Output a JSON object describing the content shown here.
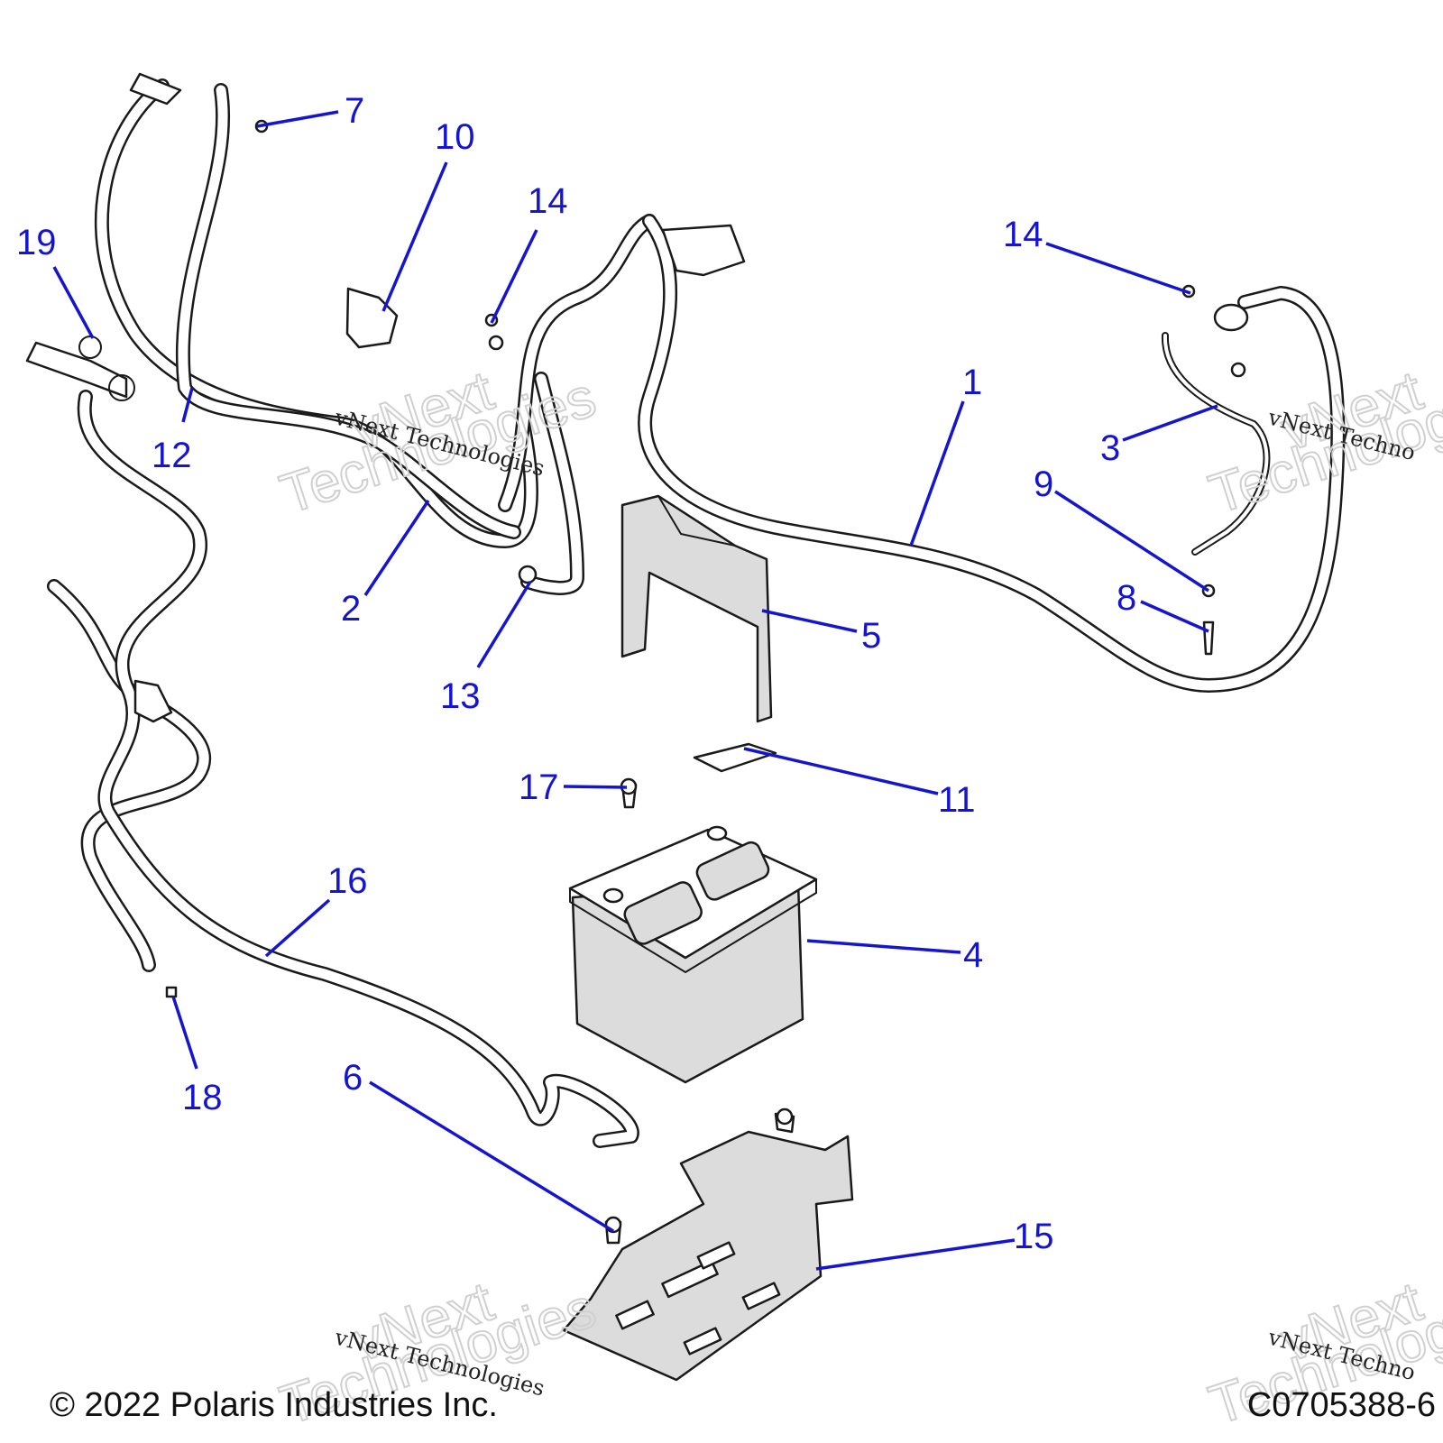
{
  "callouts": [
    {
      "id": "1",
      "label": "1"
    },
    {
      "id": "2",
      "label": "2"
    },
    {
      "id": "3",
      "label": "3"
    },
    {
      "id": "4",
      "label": "4"
    },
    {
      "id": "5",
      "label": "5"
    },
    {
      "id": "6",
      "label": "6"
    },
    {
      "id": "7",
      "label": "7"
    },
    {
      "id": "8",
      "label": "8"
    },
    {
      "id": "9",
      "label": "9"
    },
    {
      "id": "10",
      "label": "10"
    },
    {
      "id": "11",
      "label": "11"
    },
    {
      "id": "12",
      "label": "12"
    },
    {
      "id": "13",
      "label": "13"
    },
    {
      "id": "14a",
      "label": "14"
    },
    {
      "id": "14b",
      "label": "14"
    },
    {
      "id": "15",
      "label": "15"
    },
    {
      "id": "16",
      "label": "16"
    },
    {
      "id": "17",
      "label": "17"
    },
    {
      "id": "18",
      "label": "18"
    },
    {
      "id": "19",
      "label": "19"
    }
  ],
  "watermark": {
    "brand": "vNext",
    "word": "Technologies",
    "line": "vNext Technologies",
    "line_partial": "vNext Techno"
  },
  "footer": {
    "copyright": "© 2022 Polaris Industries Inc.",
    "drawing_number": "C0705388-6"
  },
  "colors": {
    "callout": "#1515d0",
    "line_art": "#1a1a1a",
    "part_fill": "#dcdcdc"
  }
}
